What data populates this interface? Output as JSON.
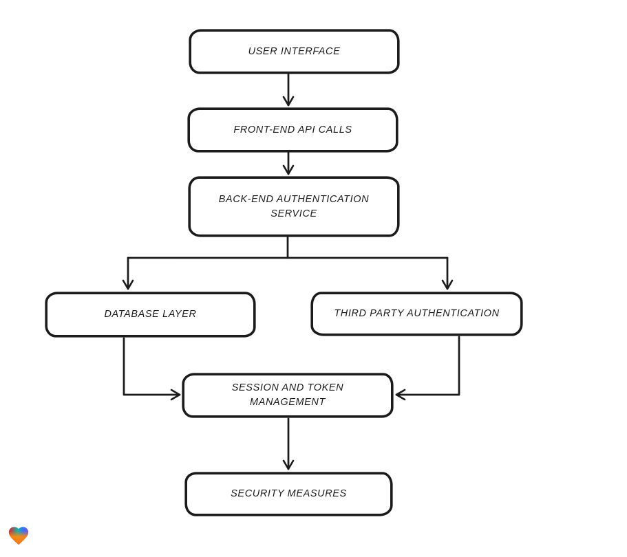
{
  "canvas": {
    "background": "#ffffff",
    "stroke_color": "#1b1b1b",
    "text_color": "#1b1b1b"
  },
  "diagram": {
    "type": "flowchart",
    "nodes": [
      {
        "id": "user-interface",
        "label": "USER INTERFACE",
        "lines": [
          "USER INTERFACE"
        ]
      },
      {
        "id": "front-end-api-calls",
        "label": "FRONT-END API CALLS",
        "lines": [
          "FRONT-END API CALLS"
        ]
      },
      {
        "id": "back-end-authentication-service",
        "label": "BACK-END AUTHENTICATION SERVICE",
        "lines": [
          "BACK-END AUTHENTICATION",
          "SERVICE"
        ]
      },
      {
        "id": "database-layer",
        "label": "DATABASE LAYER",
        "lines": [
          "DATABASE LAYER"
        ]
      },
      {
        "id": "third-party-authentication",
        "label": "THIRD PARTY AUTHENTICATION",
        "lines": [
          "THIRD PARTY AUTHENTICATION"
        ]
      },
      {
        "id": "session-and-token-management",
        "label": "SESSION AND TOKEN MANAGEMENT",
        "lines": [
          "SESSION AND TOKEN",
          "MANAGEMENT"
        ]
      },
      {
        "id": "security-measures",
        "label": "SECURITY MEASURES",
        "lines": [
          "SECURITY MEASURES"
        ]
      }
    ],
    "edges": [
      {
        "from": "user-interface",
        "to": "front-end-api-calls"
      },
      {
        "from": "front-end-api-calls",
        "to": "back-end-authentication-service"
      },
      {
        "from": "back-end-authentication-service",
        "to": "database-layer"
      },
      {
        "from": "back-end-authentication-service",
        "to": "third-party-authentication"
      },
      {
        "from": "database-layer",
        "to": "session-and-token-management"
      },
      {
        "from": "third-party-authentication",
        "to": "session-and-token-management"
      },
      {
        "from": "session-and-token-management",
        "to": "security-measures"
      }
    ]
  },
  "branding": {
    "logo": "lovable-heart-logo",
    "logo_colors": {
      "red": "#e8192c",
      "teal": "#12b5a5",
      "blue": "#3b6ef6",
      "purple": "#6f54f5",
      "orange": "#ff8b0e"
    }
  }
}
